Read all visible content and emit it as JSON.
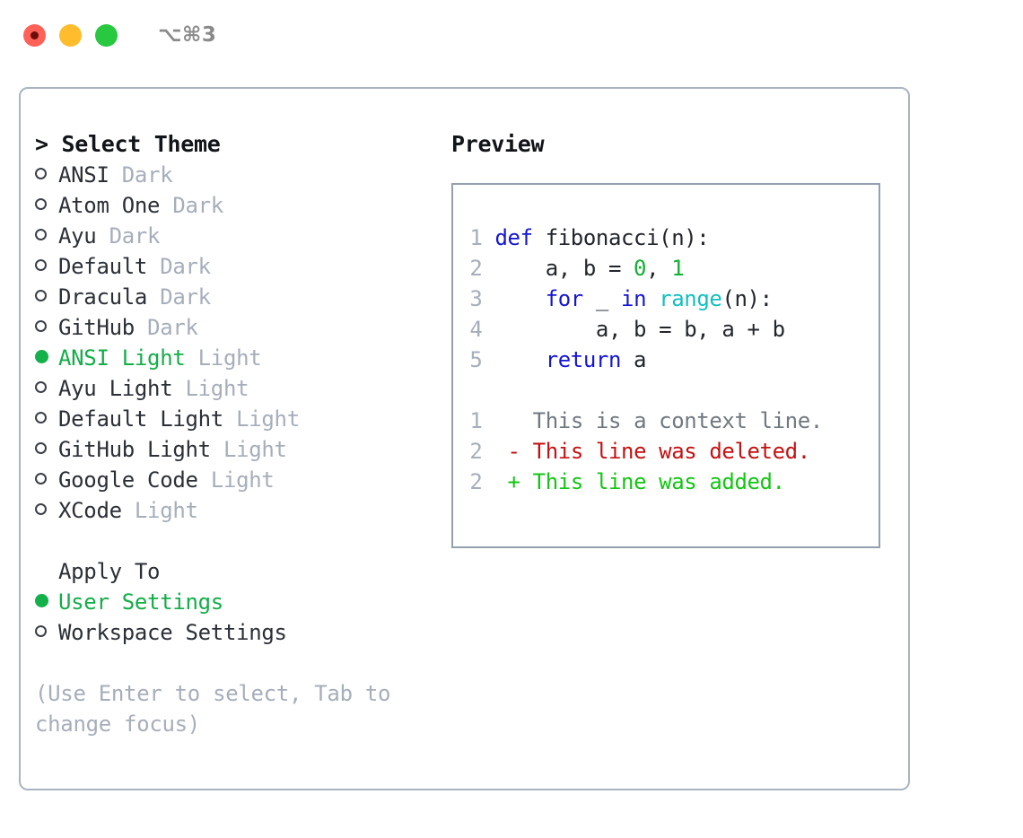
{
  "window": {
    "shortcut_title": "⌥⌘3",
    "traffic_lights": [
      {
        "name": "close",
        "color": "#ff6159",
        "recording": true
      },
      {
        "name": "minimize",
        "color": "#ffbd2e",
        "recording": false
      },
      {
        "name": "zoom",
        "color": "#28c840",
        "recording": false
      }
    ]
  },
  "theme_picker": {
    "heading": "> Select Theme",
    "items": [
      {
        "name": "ANSI",
        "kind": "Dark",
        "selected": false
      },
      {
        "name": "Atom One",
        "kind": "Dark",
        "selected": false
      },
      {
        "name": "Ayu",
        "kind": "Dark",
        "selected": false
      },
      {
        "name": "Default",
        "kind": "Dark",
        "selected": false
      },
      {
        "name": "Dracula",
        "kind": "Dark",
        "selected": false
      },
      {
        "name": "GitHub",
        "kind": "Dark",
        "selected": false
      },
      {
        "name": "ANSI Light",
        "kind": "Light",
        "selected": true
      },
      {
        "name": "Ayu Light",
        "kind": "Light",
        "selected": false
      },
      {
        "name": "Default Light",
        "kind": "Light",
        "selected": false
      },
      {
        "name": "GitHub Light",
        "kind": "Light",
        "selected": false
      },
      {
        "name": "Google Code",
        "kind": "Light",
        "selected": false
      },
      {
        "name": "XCode",
        "kind": "Light",
        "selected": false
      }
    ]
  },
  "apply_to": {
    "heading": "Apply To",
    "options": [
      {
        "label": "User Settings",
        "selected": true
      },
      {
        "label": "Workspace Settings",
        "selected": false
      }
    ]
  },
  "help": {
    "text": "(Use Enter to select, Tab to change focus)"
  },
  "preview": {
    "label": "Preview",
    "code_lines": [
      {
        "num": "1",
        "tokens": [
          {
            "t": "def",
            "c": "kw"
          },
          {
            "t": " fibonacci(n):",
            "c": "plain"
          }
        ]
      },
      {
        "num": "2",
        "tokens": [
          {
            "t": "    a, b = ",
            "c": "plain"
          },
          {
            "t": "0",
            "c": "num"
          },
          {
            "t": ", ",
            "c": "plain"
          },
          {
            "t": "1",
            "c": "num"
          }
        ]
      },
      {
        "num": "3",
        "tokens": [
          {
            "t": "    ",
            "c": "plain"
          },
          {
            "t": "for",
            "c": "kw"
          },
          {
            "t": " _ ",
            "c": "plain"
          },
          {
            "t": "in",
            "c": "kw"
          },
          {
            "t": " ",
            "c": "plain"
          },
          {
            "t": "range",
            "c": "fn"
          },
          {
            "t": "(n):",
            "c": "plain"
          }
        ]
      },
      {
        "num": "4",
        "tokens": [
          {
            "t": "        a, b = b, a + b",
            "c": "plain"
          }
        ]
      },
      {
        "num": "5",
        "tokens": [
          {
            "t": "    ",
            "c": "plain"
          },
          {
            "t": "return",
            "c": "kw"
          },
          {
            "t": " a",
            "c": "plain"
          }
        ]
      }
    ],
    "diff_lines": [
      {
        "num": "1",
        "marker": " ",
        "text": "This is a context line.",
        "type": "context"
      },
      {
        "num": "2",
        "marker": "-",
        "text": "This line was deleted.",
        "type": "deleted"
      },
      {
        "num": "2",
        "marker": "+",
        "text": "This line was added.",
        "type": "added"
      }
    ]
  },
  "colors": {
    "accent_green": "#13ae48",
    "muted": "#a6aebb",
    "keyword": "#1515d6",
    "number": "#12b033",
    "function": "#12c0c0",
    "diff_deleted": "#c51111",
    "diff_added": "#13c613",
    "border": "#aab4c0"
  }
}
